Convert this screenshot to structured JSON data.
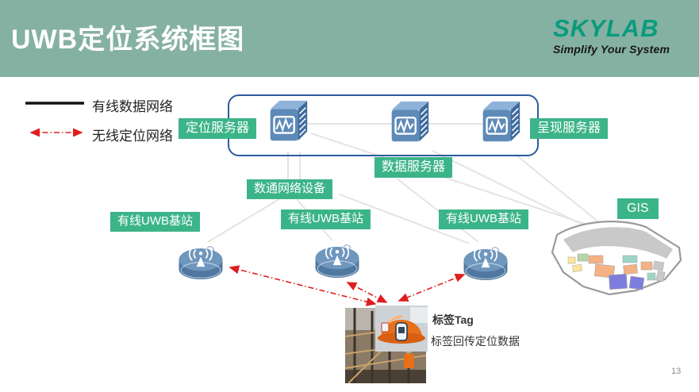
{
  "header": {
    "title": "UWB定位系统框图",
    "background_color": "#85b1a2"
  },
  "logo": {
    "name": "SKYLAB",
    "tagline": "Simplify Your System",
    "name_color": "#0a9b7d",
    "tagline_color": "#161616"
  },
  "legend": {
    "wired": {
      "label": "有线数据网络",
      "line_style": "solid",
      "line_color": "#111111"
    },
    "wireless": {
      "label": "无线定位网络",
      "line_style": "dash-dot-arrows",
      "line_color": "#e01e1e"
    }
  },
  "diagram": {
    "label_background": "#3cb489",
    "connector_color": "#e4e4e4",
    "server_box_border": "#2b5d9b",
    "server_icon_color": "#5e8ab8",
    "station_icon_color": "#5b82a9",
    "positioning_server": {
      "label": "定位服务器",
      "icon": "server-icon"
    },
    "data_server": {
      "label": "数据服务器",
      "icon": "server-icon"
    },
    "presentation_server": {
      "label": "呈现服务器",
      "icon": "server-icon"
    },
    "network_device": {
      "label": "数通网络设备"
    },
    "base_stations": [
      {
        "label": "有线UWB基站",
        "icon": "wireless-base-station-icon"
      },
      {
        "label": "有线UWB基站",
        "icon": "wireless-base-station-icon"
      },
      {
        "label": "有线UWB基站",
        "icon": "wireless-base-station-icon"
      }
    ],
    "gis": {
      "label": "GIS",
      "icon": "floorplan-map"
    },
    "tag": {
      "label": "标签Tag",
      "note": "标签回传定位数据",
      "photos": [
        "construction-site-photo",
        "helmet-with-tag-photo"
      ]
    }
  },
  "footer": {
    "page_number": "13"
  }
}
